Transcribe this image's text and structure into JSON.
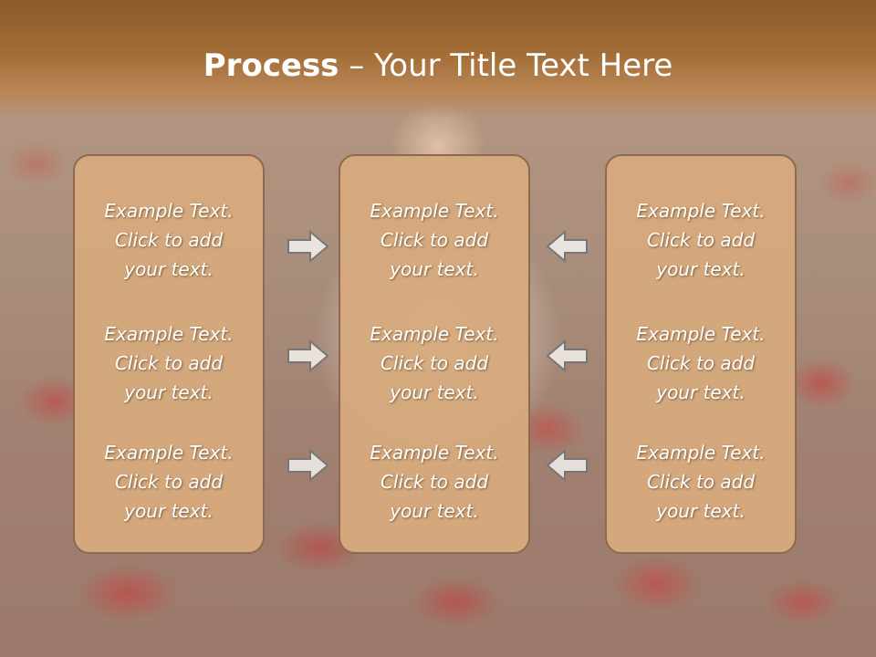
{
  "title": {
    "bold": "Process",
    "rest": " – Your Title Text Here"
  },
  "columns": [
    {
      "items": [
        {
          "line1": "Example Text.",
          "line2": "Click  to add",
          "line3": "your text."
        },
        {
          "line1": "Example Text.",
          "line2": "Click  to add",
          "line3": "your text."
        },
        {
          "line1": "Example Text.",
          "line2": "Click  to add",
          "line3": "your text."
        }
      ]
    },
    {
      "items": [
        {
          "line1": "Example Text.",
          "line2": "Click  to add",
          "line3": "your text."
        },
        {
          "line1": "Example Text.",
          "line2": "Click  to add",
          "line3": "your text."
        },
        {
          "line1": "Example Text.",
          "line2": "Click  to add",
          "line3": "your text."
        }
      ]
    },
    {
      "items": [
        {
          "line1": "Example Text.",
          "line2": "Click  to add",
          "line3": "your text."
        },
        {
          "line1": "Example Text.",
          "line2": "Click  to add",
          "line3": "your text."
        },
        {
          "line1": "Example Text.",
          "line2": "Click  to add",
          "line3": "your text."
        }
      ]
    }
  ],
  "arrows": {
    "left_group": "arrow-right-icon",
    "right_group": "arrow-left-icon"
  },
  "colors": {
    "header": "#a36d36",
    "card_fill": "#d6a97d",
    "card_border": "#8b6a4f",
    "text": "#ffffff"
  }
}
